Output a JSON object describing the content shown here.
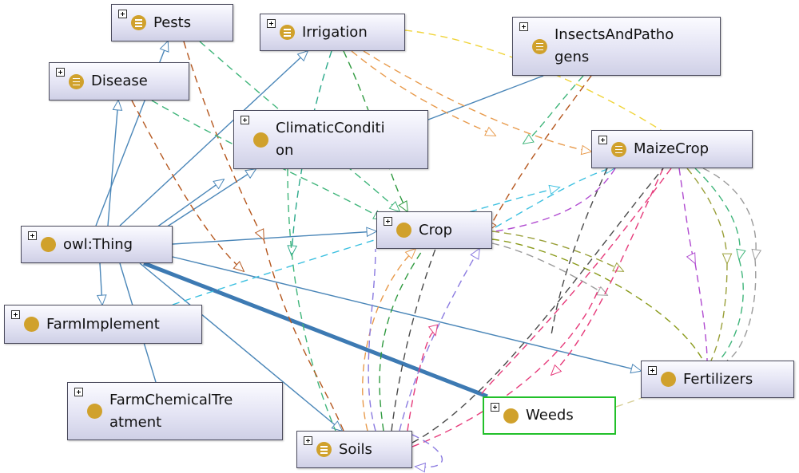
{
  "nodes": {
    "pests": {
      "label": "Pests",
      "icon": "defined-class-icon"
    },
    "irrigation": {
      "label": "Irrigation",
      "icon": "defined-class-icon"
    },
    "insects": {
      "label": "InsectsAndPatho\ngens",
      "icon": "defined-class-icon"
    },
    "disease": {
      "label": "Disease",
      "icon": "defined-class-icon"
    },
    "climatic": {
      "label": "ClimaticConditi\non",
      "icon": "class-icon"
    },
    "maize": {
      "label": "MaizeCrop",
      "icon": "defined-class-icon"
    },
    "owl": {
      "label": "owl:Thing",
      "icon": "class-icon"
    },
    "crop": {
      "label": "Crop",
      "icon": "class-icon"
    },
    "farmimpl": {
      "label": "FarmImplement",
      "icon": "class-icon"
    },
    "fertilizers": {
      "label": "Fertilizers",
      "icon": "class-icon"
    },
    "farmchem": {
      "label": "FarmChemicalTre\natment",
      "icon": "class-icon"
    },
    "weeds": {
      "label": "Weeds",
      "icon": "class-icon",
      "selected": true
    },
    "soils": {
      "label": "Soils",
      "icon": "defined-class-icon"
    }
  },
  "colors": {
    "node_icon": "#d0a12c",
    "selected_border": "#22c02a",
    "subclass_edge": "#4a86b8",
    "highlight_edge": "#3d7ab3"
  }
}
